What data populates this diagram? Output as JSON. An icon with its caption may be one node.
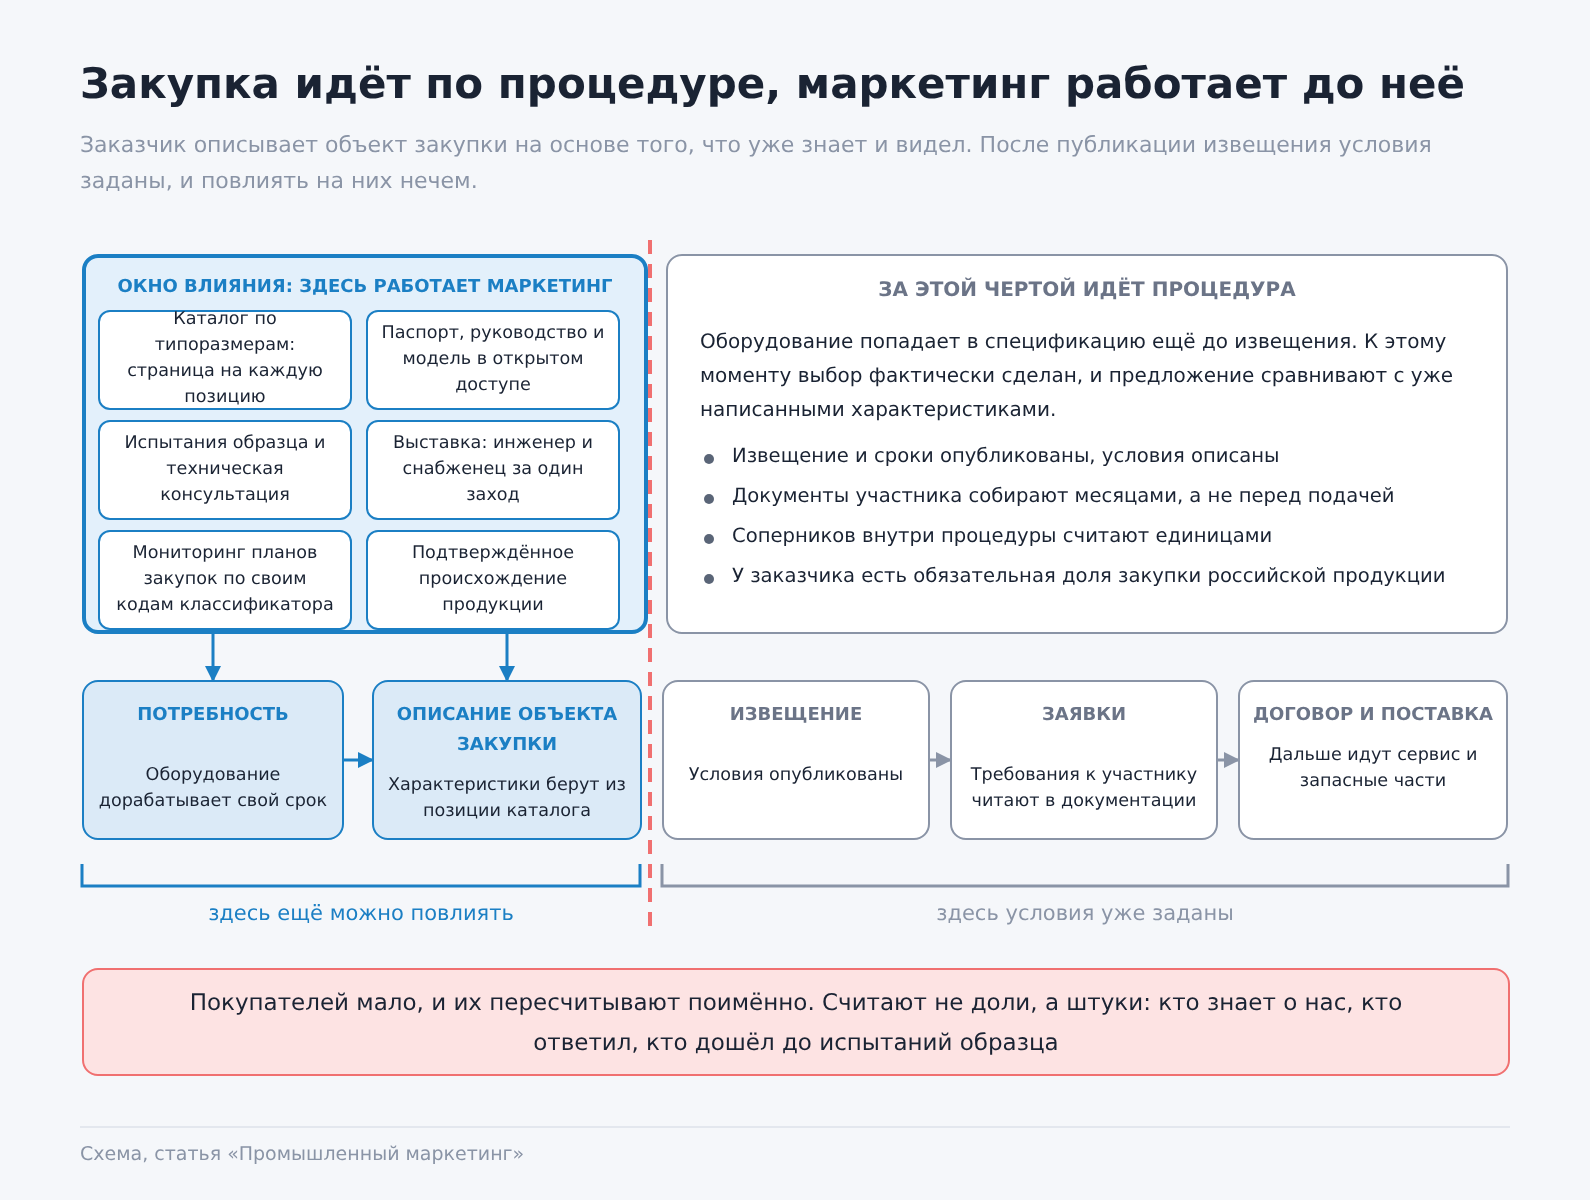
{
  "diagram": {
    "title": "Закупка идёт по процедуре, маркетинг работает до неё",
    "caption": "Схема, статья «Промышленный маркетинг»",
    "nodes": [
      {
        "text": [
          "ОКНО ВЛИЯНИЯ: ЗДЕСЬ РАБОТАЕТ МАРКЕТИНГ"
        ]
      },
      {
        "text": [
          "Каталог по типоразмерам: страница на каждую позицию"
        ],
        "in": 0
      },
      {
        "text": [
          "Паспорт, руководство и модель в открытом доступе"
        ],
        "in": 0
      },
      {
        "text": [
          "Испытания образца и техническая консультация"
        ],
        "in": 0
      },
      {
        "text": [
          "Выставка: инженер и снабженец за один заход"
        ],
        "in": 0
      },
      {
        "text": [
          "Мониторинг планов закупок по своим кодам классификатора"
        ],
        "in": 0
      },
      {
        "text": [
          "Подтверждённое происхождение продукции"
        ],
        "in": 0
      },
      {
        "text": [
          "ЗА ЭТОЙ ЧЕРТОЙ ИДЁТ ПРОЦЕДУРА",
          "Оборудование попадает в спецификацию ещё до извещения. К этому моменту выбор фактически сделан, и предложение сравнивают с уже написанными характеристиками.",
          "Извещение и сроки опубликованы, условия описаны",
          "Документы участника собирают месяцами, а не перед подачей",
          "Соперников внутри процедуры считают единицами",
          "У заказчика есть обязательная доля закупки российской продукции"
        ]
      },
      {
        "text": [
          "ПОТРЕБНОСТЬ",
          "Оборудование дорабатывает свой срок"
        ]
      },
      {
        "text": [
          "ОПИСАНИЕ ОБЪЕКТА ЗАКУПКИ",
          "Характеристики берут из позиции каталога"
        ]
      },
      {
        "text": [
          "ИЗВЕЩЕНИЕ",
          "Условия опубликованы"
        ]
      },
      {
        "text": [
          "ЗАЯВКИ",
          "Требования к участнику читают в документации"
        ]
      },
      {
        "text": [
          "ДОГОВОР И ПОСТАВКА",
          "Дальше идут сервис и запасные части"
        ]
      },
      {
        "text": [
          "Покупателей мало, и их пересчитывают поимённо. Считают не доли, а штуки: кто знает о нас, кто ответил, кто дошёл до испытаний образца"
        ]
      }
    ],
    "edges": [
      {
        "from": 0,
        "to": 8,
        "arrow": "to"
      },
      {
        "from": 0,
        "to": 9,
        "arrow": "to"
      },
      {
        "from": 8,
        "to": 9,
        "arrow": "to"
      },
      {
        "from": 10,
        "to": 11,
        "arrow": "to",
        "color": "#8a94a6"
      },
      {
        "from": 11,
        "to": 12,
        "arrow": "to",
        "color": "#8a94a6"
      }
    ],
    "labels": [
      "Заказчик описывает объект закупки на основе того, что уже знает и видел. После публикации извещения условия заданы, и повлиять на них нечем.",
      "здесь ещё можно повлиять",
      "здесь условия уже заданы"
    ]
  }
}
